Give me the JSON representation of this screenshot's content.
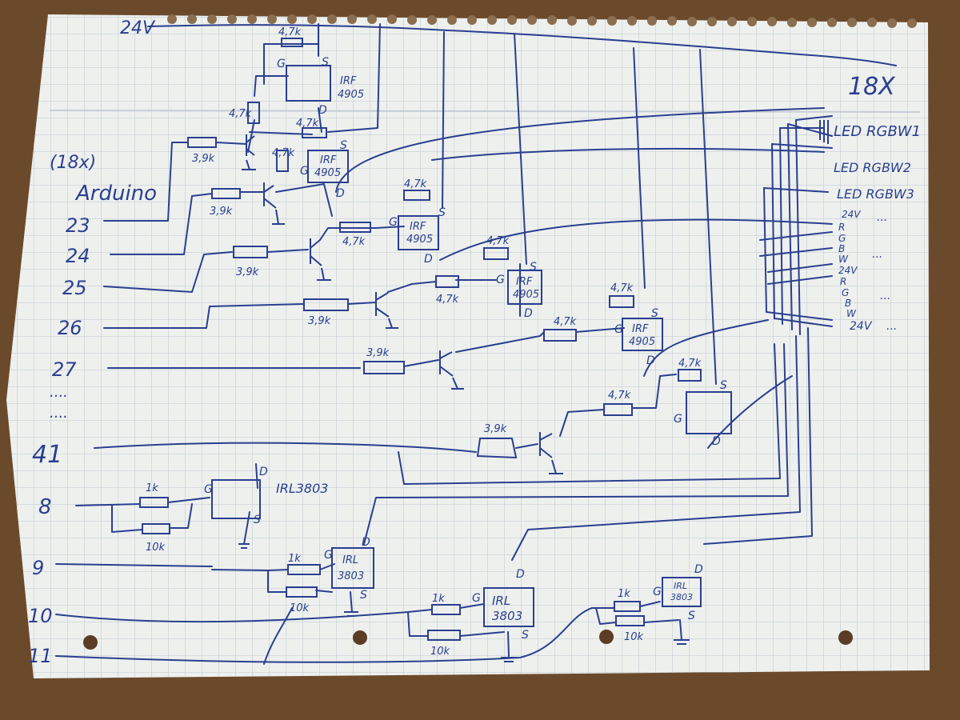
{
  "colors": {
    "table": "#6b4a2c",
    "paper": "#eef0ee",
    "grid": "#b9c7cf",
    "ink": "#2a3f8f"
  },
  "header": {
    "supply_voltage": "24V",
    "multiplier": "18X"
  },
  "arduino": {
    "count": "(18x)",
    "title": "Arduino",
    "pins": [
      "23",
      "24",
      "25",
      "26",
      "27",
      "41",
      "8",
      "9",
      "10",
      "11"
    ],
    "ellipsis_top": "....",
    "ellipsis_bottom": "...."
  },
  "leds": {
    "labels": [
      "LED RGBW1",
      "LED RGBW2",
      "LED RGBW3"
    ],
    "pin_groups": [
      [
        "24V",
        "R",
        "G",
        "B",
        "W"
      ],
      [
        "24V",
        "R",
        "G",
        "B",
        "W"
      ]
    ],
    "tail_supply": "24V",
    "dots": "..."
  },
  "components": {
    "r47k": "4,7k",
    "r39k": "3,9k",
    "r1k": "1k",
    "r10k": "10k",
    "pmos": [
      "IRF",
      "4905"
    ],
    "nmos_a": "IRL3803",
    "nmos_b": [
      "IRL",
      "3803"
    ],
    "gate": "G",
    "source": "S",
    "drain": "D"
  }
}
